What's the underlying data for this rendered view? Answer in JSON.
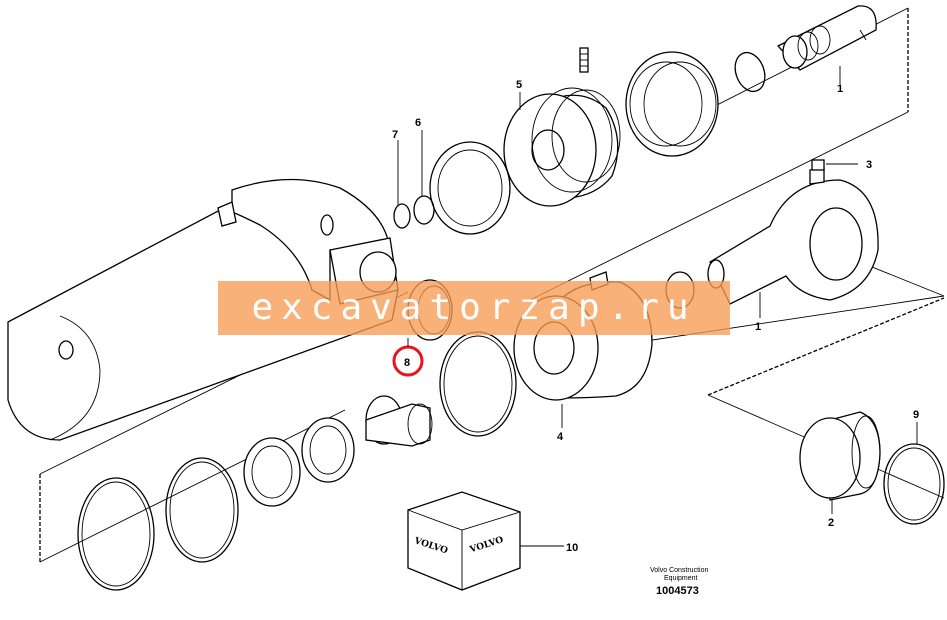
{
  "watermark": {
    "text": "excavatorzap.ru",
    "color": "#f79b55"
  },
  "highlight": {
    "color": "#e8141e",
    "label": "8"
  },
  "callouts": {
    "c1_top": "1",
    "c1_rod": "1",
    "c2": "2",
    "c3": "3",
    "c4": "4",
    "c5": "5",
    "c6": "6",
    "c7": "7",
    "c8": "8",
    "c9": "9",
    "c10": "10"
  },
  "kit_box": {
    "brand_left": "VOLVO",
    "brand_right": "VOLVO"
  },
  "footer": {
    "company_line1": "Volvo Construction",
    "company_line2": "Equipment",
    "drawing_number": "1004573"
  }
}
